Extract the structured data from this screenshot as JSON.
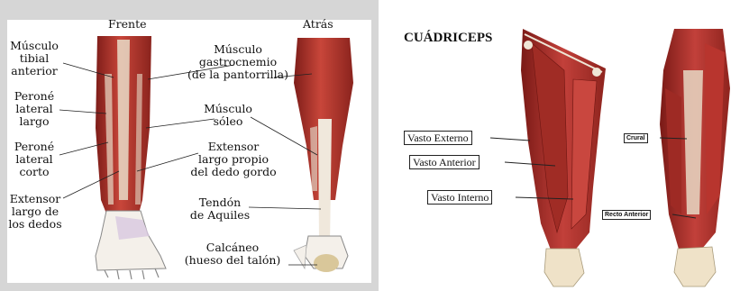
{
  "leg": {
    "view_front": "Frente",
    "view_back": "Atrás",
    "labels": {
      "tibial_anterior": [
        "Músculo",
        "tibial",
        "anterior"
      ],
      "peroneo_largo": [
        "Peroné",
        "lateral",
        "largo"
      ],
      "peroneo_corto": [
        "Peroné",
        "lateral",
        "corto"
      ],
      "extensor_dedos": [
        "Extensor",
        "largo de",
        "los dedos"
      ],
      "gastrocnemio": [
        "Músculo",
        "gastrocnemio",
        "(de la pantorrilla)"
      ],
      "soleo": [
        "Músculo",
        "sóleo"
      ],
      "extensor_dedo_gordo": [
        "Extensor",
        "largo propio",
        "del dedo gordo"
      ],
      "tendon_aquiles": [
        "Tendón",
        "de Aquiles"
      ],
      "calcaneo": [
        "Calcáneo",
        "(hueso del talón)"
      ]
    }
  },
  "quad": {
    "title": "CUÁDRICEPS",
    "labels": {
      "vasto_externo": "Vasto Externo",
      "vasto_anterior": "Vasto Anterior",
      "vasto_interno": "Vasto Interno",
      "crural": "Crural",
      "recto_anterior": "Recto Anterior"
    }
  },
  "colors": {
    "muscle": "#b8322c",
    "muscle_dark": "#7e1d19",
    "tendon": "#e8dcc8",
    "bone": "#d9c79a"
  }
}
